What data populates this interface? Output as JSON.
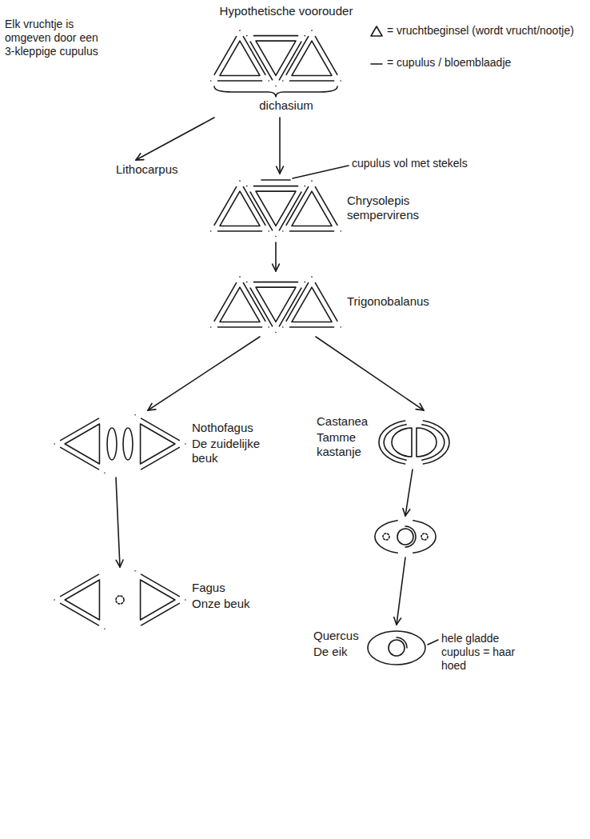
{
  "diagram": {
    "nodes": [
      {
        "text": [
          "Hypothetische voorouder",
          "dichasium"
        ]
      },
      {
        "text": [
          "Lithocarpus"
        ]
      },
      {
        "text": [
          "Chrysolepis sempervirens"
        ]
      },
      {
        "text": [
          "Trigonobalanus"
        ]
      },
      {
        "text": [
          "Nothofagus",
          "De zuidelijke beuk"
        ]
      },
      {
        "text": [
          "Castanea",
          "Tamme kastanje"
        ]
      },
      {
        "text": []
      },
      {
        "text": [
          "Fagus",
          "Onze beuk"
        ]
      },
      {
        "text": [
          "Quercus",
          "De eik"
        ]
      }
    ],
    "edges": [
      {
        "from": 0,
        "to": 1,
        "arrow": "to"
      },
      {
        "from": 0,
        "to": 2,
        "arrow": "to"
      },
      {
        "from": 2,
        "to": 3,
        "arrow": "to"
      },
      {
        "from": 3,
        "to": 4,
        "arrow": "to"
      },
      {
        "from": 3,
        "to": 5,
        "arrow": "to"
      },
      {
        "from": 4,
        "to": 7,
        "arrow": "to"
      },
      {
        "from": 5,
        "to": 6,
        "arrow": "to"
      },
      {
        "from": 6,
        "to": 8,
        "arrow": "to"
      }
    ],
    "labels": [
      "Elk vruchtje is omgeven door een 3-kleppige cupulus",
      "cupulus vol met stekels",
      "hele gladde cupulus = haar hoed"
    ],
    "legend": [
      {
        "text": "= vruchtbeginsel (wordt vrucht/nootje)"
      },
      {
        "text": "= cupulus / bloemblaadje"
      }
    ]
  }
}
